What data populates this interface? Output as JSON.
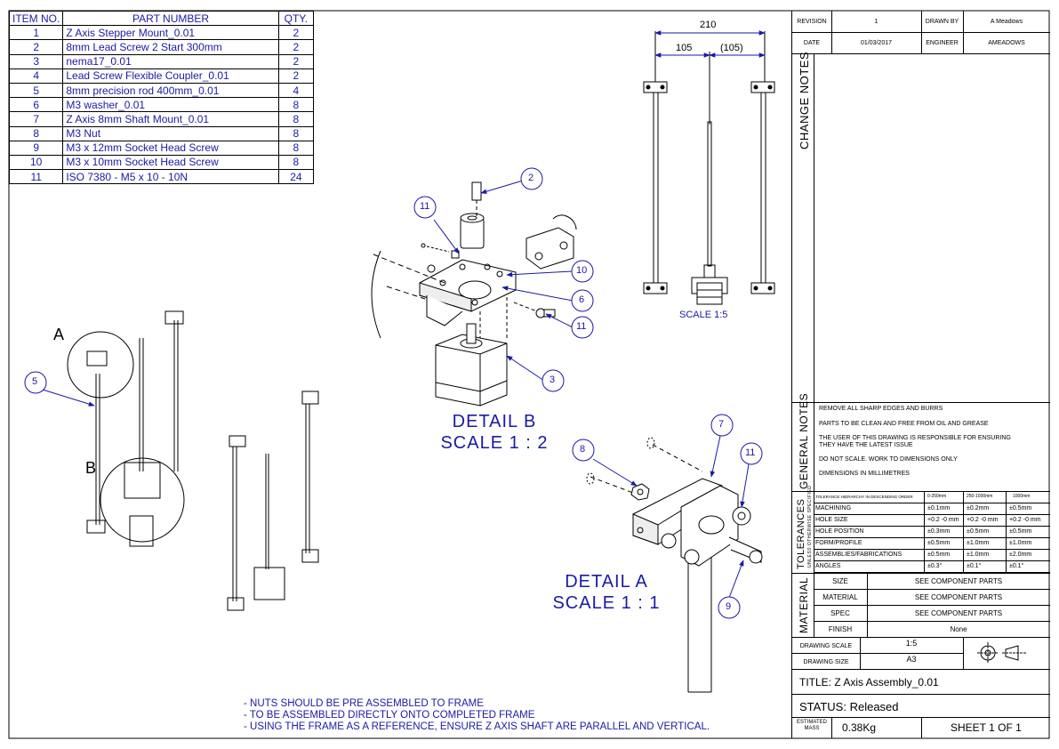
{
  "bom": {
    "headers": [
      "ITEM NO.",
      "PART NUMBER",
      "QTY."
    ],
    "rows": [
      {
        "item": "1",
        "part": "Z Axis Stepper Mount_0.01",
        "qty": "2"
      },
      {
        "item": "2",
        "part": "8mm Lead Screw 2 Start 300mm",
        "qty": "2"
      },
      {
        "item": "3",
        "part": "nema17_0.01",
        "qty": "2"
      },
      {
        "item": "4",
        "part": "Lead Screw Flexible Coupler_0.01",
        "qty": "2"
      },
      {
        "item": "5",
        "part": "8mm precision rod 400mm_0.01",
        "qty": "4"
      },
      {
        "item": "6",
        "part": "M3 washer_0.01",
        "qty": "8"
      },
      {
        "item": "7",
        "part": "Z Axis 8mm Shaft Mount_0.01",
        "qty": "8"
      },
      {
        "item": "8",
        "part": "M3 Nut",
        "qty": "8"
      },
      {
        "item": "9",
        "part": "M3 x 12mm Socket Head Screw",
        "qty": "8"
      },
      {
        "item": "10",
        "part": "M3 x 10mm Socket Head Screw",
        "qty": "8"
      },
      {
        "item": "11",
        "part": "ISO 7380 - M5 x 10 - 10N",
        "qty": "24"
      }
    ]
  },
  "title_block": {
    "revision_label": "REVISION",
    "revision": "1",
    "drawn_by_label": "DRAWN BY",
    "drawn_by": "A Meadows",
    "date_label": "DATE",
    "date": "01/03/2017",
    "engineer_label": "ENGINEER",
    "engineer": "AMEADOWS",
    "change_notes_label": "CHANGE NOTES",
    "general_notes_label": "GENERAL NOTES",
    "general_notes": [
      "REMOVE ALL SHARP EDGES AND BURRS",
      "PARTS TO BE CLEAN AND FREE FROM OIL AND GREASE",
      "THE USER OF THIS DRAWING IS RESPONSIBLE FOR ENSURING",
      "THEY HAVE THE LATEST ISSUE",
      "DO NOT SCALE. WORK TO DIMENSIONS ONLY",
      "DIMENSIONS IN MILLIMETRES"
    ],
    "tolerances_label": "TOLERANCES",
    "tolerances_sub": "UNLESS OTHERWISE SPECIFIED",
    "tolerance_header": [
      "TOLERANCE HIERARCHY IN DESCENDING ORDER",
      "0-250mm",
      "250-1000mm",
      "1000mm"
    ],
    "tolerance_rows": [
      {
        "name": "MACHINING",
        "a": "±0.1mm",
        "b": "±0.2mm",
        "c": "±0.5mm"
      },
      {
        "name": "HOLE SIZE",
        "a": "+0.2 -0 mm",
        "b": "+0.2 -0 mm",
        "c": "+0.2 -0 mm"
      },
      {
        "name": "HOLE POSITION",
        "a": "±0.3mm",
        "b": "±0.5mm",
        "c": "±0.5mm"
      },
      {
        "name": "FORM/PROFILE",
        "a": "±0.5mm",
        "b": "±1.0mm",
        "c": "±1.0mm"
      },
      {
        "name": "ASSEMBLIES/FABRICATIONS",
        "a": "±0.5mm",
        "b": "±1.0mm",
        "c": "±2.0mm"
      },
      {
        "name": "ANGLES",
        "a": "±0.3°",
        "b": "±0.1°",
        "c": "±0.1°"
      }
    ],
    "material_label": "MATERIAL",
    "material_rows": [
      {
        "name": "SIZE",
        "value": "SEE COMPONENT PARTS"
      },
      {
        "name": "MATERIAL",
        "value": "SEE COMPONENT PARTS"
      },
      {
        "name": "SPEC",
        "value": "SEE COMPONENT PARTS"
      },
      {
        "name": "FINISH",
        "value": "None"
      }
    ],
    "drawing_scale_label": "DRAWING SCALE",
    "drawing_scale": "1:5",
    "drawing_size_label": "DRAWING SIZE",
    "drawing_size": "A3",
    "title": "TITLE:  Z Axis Assembly_0.01",
    "status": "STATUS:   Released",
    "mass_label": "ESTIMATED MASS",
    "mass": "0.38Kg",
    "sheet": "SHEET 1 OF 1"
  },
  "views": {
    "detail_b": [
      "DETAIL B",
      "SCALE 1 : 2"
    ],
    "detail_a": [
      "DETAIL A",
      "SCALE 1 : 1"
    ],
    "front_scale": "SCALE 1:5",
    "label_a": "A",
    "label_b": "B",
    "dim_total": "210",
    "dim_left": "105",
    "dim_right": "(105)"
  },
  "balloons": {
    "b2": "2",
    "b11_top": "11",
    "b10": "10",
    "b6": "6",
    "b11_mid": "11",
    "b3": "3",
    "b5": "5",
    "b8": "8",
    "b7": "7",
    "b11_a": "11",
    "b9": "9"
  },
  "footer_notes": [
    "- NUTS SHOULD BE PRE ASSEMBLED TO FRAME",
    "- TO BE ASSEMBLED DIRECTLY ONTO COMPLETED FRAME",
    "- USING THE FRAME AS A REFERENCE, ENSURE Z AXIS SHAFT ARE PARALLEL AND VERTICAL."
  ]
}
